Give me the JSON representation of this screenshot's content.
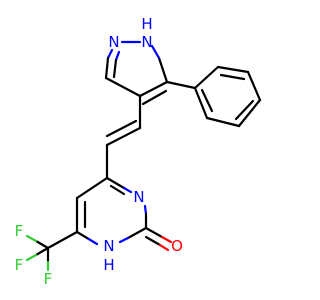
{
  "molecule": {
    "atoms": {
      "n_pyrazole_1": "N",
      "n_pyrazole_h": "N",
      "h_pyrazole": "H",
      "n_pyrimidine_3": "N",
      "n_pyrimidine_h": "N",
      "h_pyrimidine": "H",
      "o_carbonyl": "O",
      "f1": "F",
      "f2": "F",
      "f3": "F"
    },
    "colors": {
      "carbon_bond": "#000000",
      "nitrogen": "#0000ff",
      "oxygen": "#ff0000",
      "fluorine": "#33cc33"
    }
  }
}
